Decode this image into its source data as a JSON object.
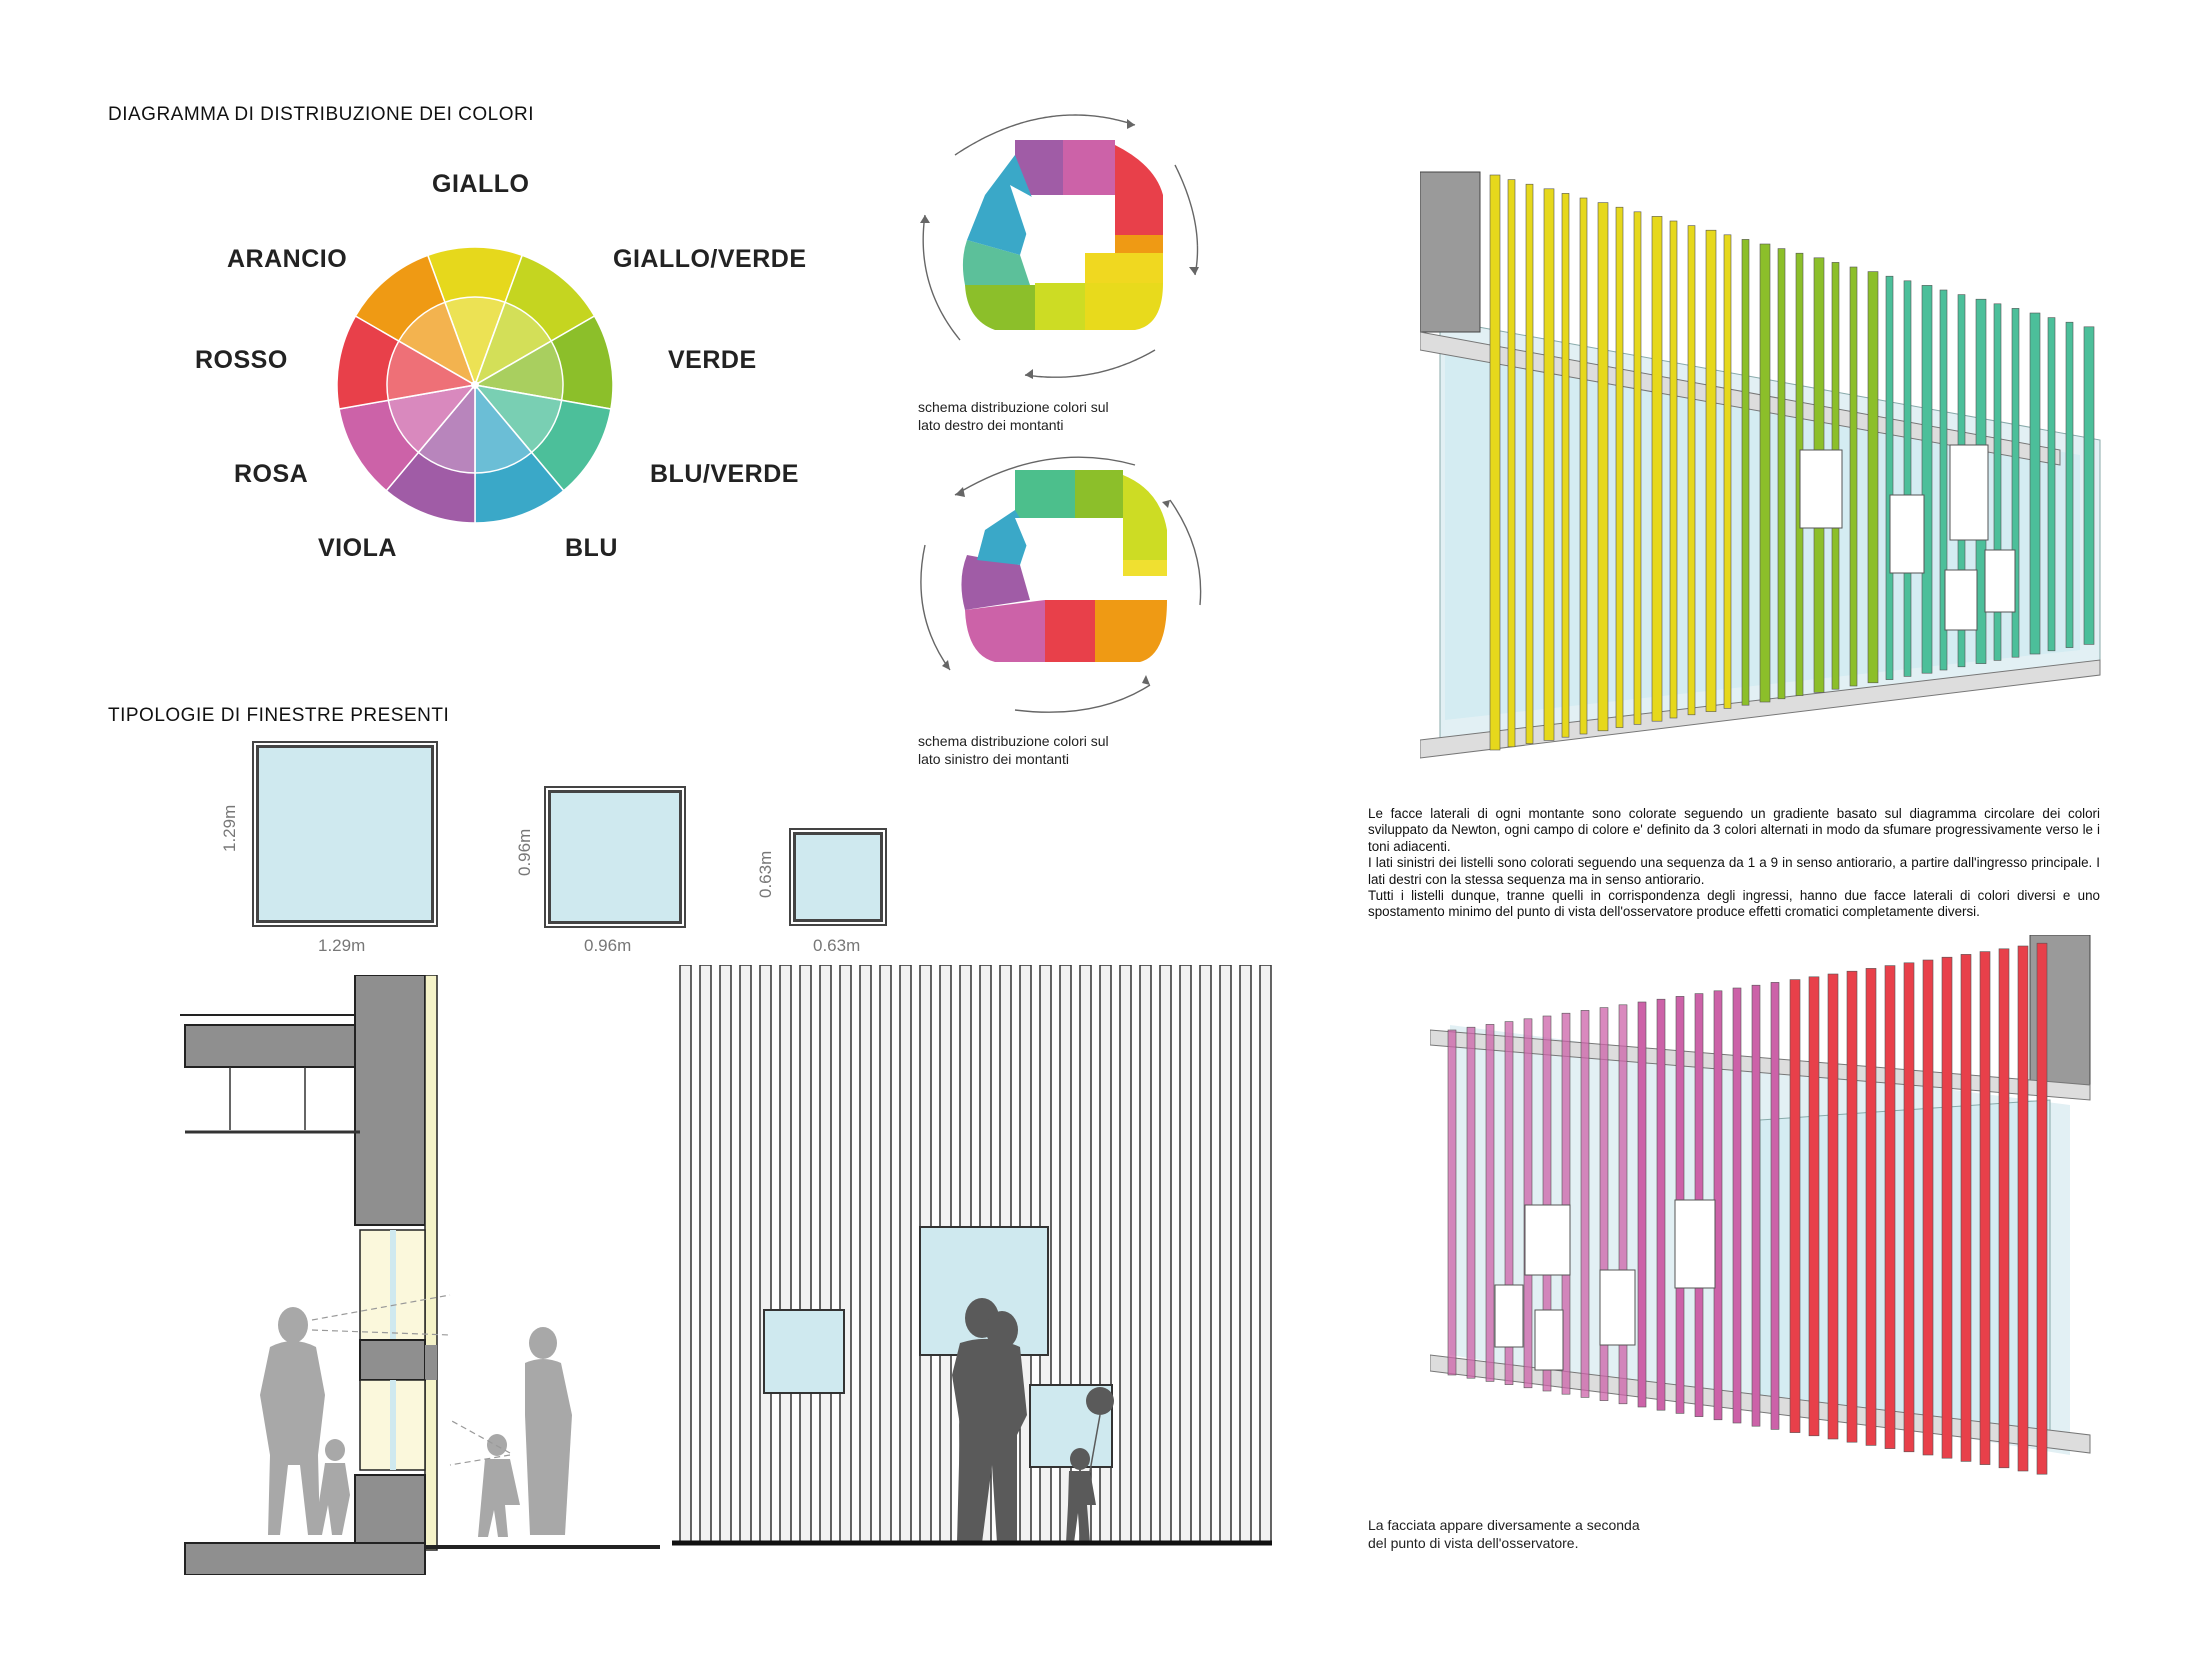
{
  "headings": {
    "diagram": "DIAGRAMMA DI DISTRIBUZIONE DEI COLORI",
    "windows": "TIPOLOGIE DI FINESTRE PRESENTI"
  },
  "wheel": {
    "labels": [
      {
        "text": "GIALLO",
        "color": "#e6d81c"
      },
      {
        "text": "GIALLO/VERDE",
        "color": "#c5d520"
      },
      {
        "text": "VERDE",
        "color": "#8cbf2a"
      },
      {
        "text": "BLU/VERDE",
        "color": "#4cbf9a"
      },
      {
        "text": "BLU",
        "color": "#3aa8c8"
      },
      {
        "text": "VIOLA",
        "color": "#a05ca6"
      },
      {
        "text": "ROSA",
        "color": "#cc62a8"
      },
      {
        "text": "ROSSO",
        "color": "#e8404a"
      },
      {
        "text": "ARANCIO",
        "color": "#ef9a14"
      }
    ]
  },
  "schemes": {
    "right_caption_1": "schema distribuzione colori sul",
    "right_caption_2": "lato destro dei montanti",
    "left_caption_1": "schema distribuzione colori sul",
    "left_caption_2": "lato sinistro dei montanti"
  },
  "windows": [
    {
      "width_label": "1.29m",
      "height_label": "1.29m"
    },
    {
      "width_label": "0.96m",
      "height_label": "0.96m"
    },
    {
      "width_label": "0.63m",
      "height_label": "0.63m"
    }
  ],
  "description": {
    "p1": "Le facce laterali di ogni montante sono colorate seguendo un gradiente basato sul diagramma circolare dei colori sviluppato da Newton, ogni campo di colore e' definito da 3 colori alternati in modo da sfumare progressivamente verso le i toni adiacenti.",
    "p2": "I lati sinistri dei listelli sono colorati seguendo una sequenza da 1 a 9 in senso antiorario, a partire dall'ingresso principale. I lati destri con la stessa sequenza ma in senso antiorario.",
    "p3": "Tutti i listelli dunque, tranne quelli in corrispondenza degli ingressi, hanno due facce laterali di colori diversi e uno spostamento minimo del punto di vista dell'osservatore produce effetti cromatici completamente diversi."
  },
  "facade_caption_1": "La facciata appare diversamente a seconda",
  "facade_caption_2": "del punto di vista dell'osservatore.",
  "colors": {
    "yellow": "#e6d81c",
    "green": "#8cbf2a",
    "teal": "#4cbf9a",
    "pink": "#cc62a8",
    "red": "#e8404a",
    "glass": "#cfe9ef"
  }
}
